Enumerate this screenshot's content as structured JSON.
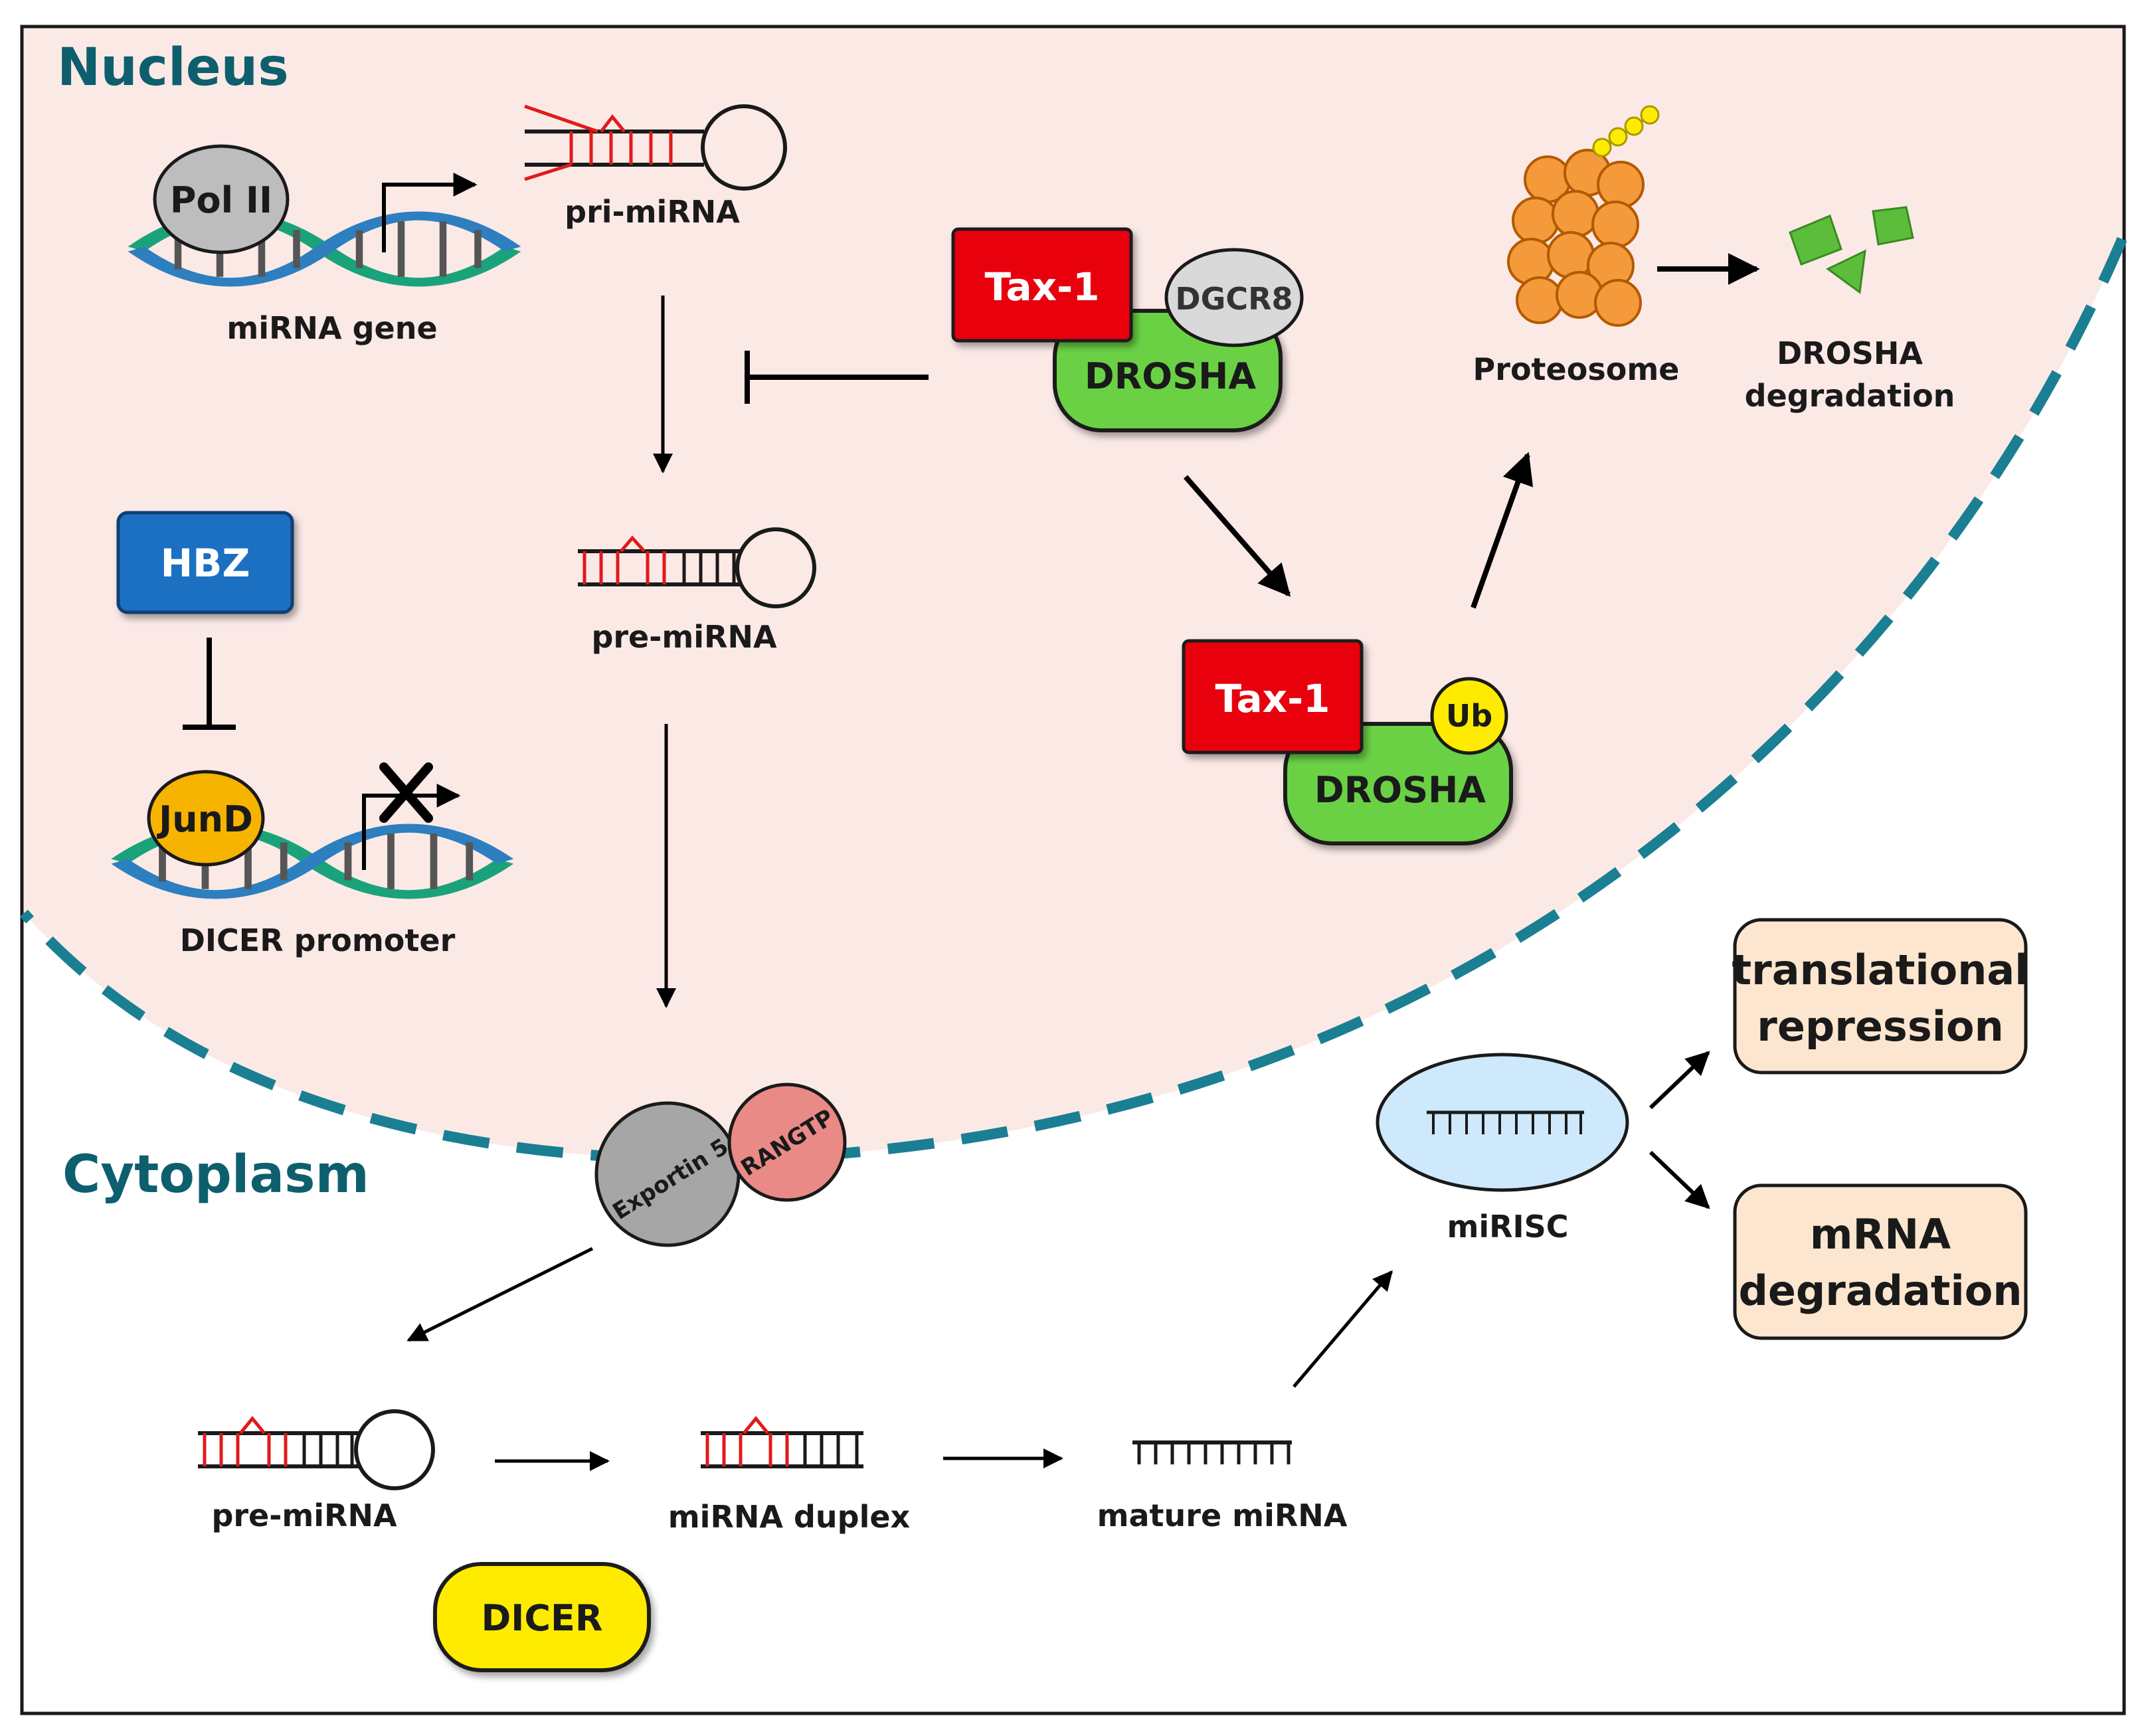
{
  "regions": {
    "nucleus": "Nucleus",
    "cytoplasm": "Cytoplasm"
  },
  "labels": {
    "pol2": "Pol II",
    "mirna_gene": "miRNA gene",
    "pri_mirna": "pri-miRNA",
    "pre_mirna_nucleus": "pre-miRNA",
    "hbz": "HBZ",
    "jund": "JunD",
    "dicer_promoter": "DICER promoter",
    "tax1_top": "Tax-1",
    "dgcr8": "DGCR8",
    "drosha_top": "DROSHA",
    "tax1_bottom": "Tax-1",
    "drosha_bottom": "DROSHA",
    "ub": "Ub",
    "proteosome": "Proteosome",
    "drosha_degradation_l1": "DROSHA",
    "drosha_degradation_l2": "degradation",
    "exportin5": "Exportin 5",
    "rangtp": "RANGTP",
    "pre_mirna_cyto": "pre-miRNA",
    "mirna_duplex": "miRNA duplex",
    "mature_mirna": "mature miRNA",
    "dicer": "DICER",
    "mirisc": "miRISC",
    "translational_l1": "translational",
    "translational_l2": "repression",
    "mrna_deg_l1": "mRNA",
    "mrna_deg_l2": "degradation"
  },
  "colors": {
    "nucleus_fill": "#fbe9e6",
    "membrane": "#1a7f93",
    "region_text": "#0e5f6e",
    "tax1": "#e8000b",
    "drosha": "#6bd144",
    "dgcr8": "#d9d9d9",
    "pol2": "#bdbdbd",
    "hbz": "#1f6fc1",
    "jund": "#f6b400",
    "ub": "#ffeb00",
    "dicer": "#ffeb00",
    "proteosome": "#f49a3a",
    "fragments": "#5bbd3a",
    "exportin5": "#a6a6a6",
    "rangtp": "#ea8a87",
    "mirisc": "#cde9fb",
    "outcome_box": "#fde6cf",
    "rna_red": "#e01a1a"
  }
}
